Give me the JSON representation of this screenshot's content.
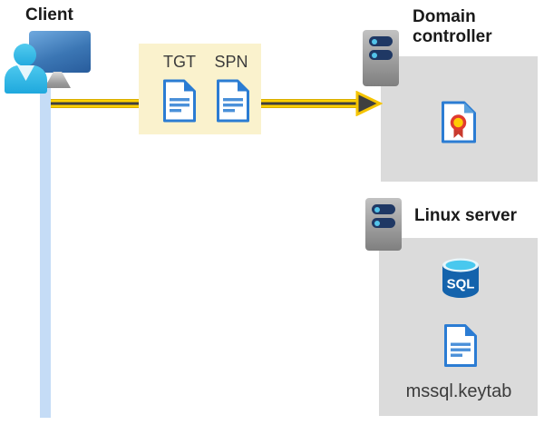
{
  "client": {
    "label": "Client"
  },
  "credentials_box": {
    "tgt_label": "TGT",
    "spn_label": "SPN"
  },
  "domain_controller": {
    "title": "Domain controller"
  },
  "linux_server": {
    "title": "Linux server",
    "sql_icon_label": "SQL",
    "keytab_label": "mssql.keytab"
  },
  "colors": {
    "arrow_yellow": "#FFD103",
    "arrow_dark": "#3F3F3F",
    "credentials_box_bg": "#FAF2CD",
    "server_box_bg": "#DBDBDB",
    "client_line_blue": "#C5DCF6",
    "icon_blue": "#2B7CD3",
    "sql_body_blue": "#1463AC",
    "sql_top_cyan": "#49C8EE",
    "certificate_red": "#E03A2F",
    "certificate_yellow": "#FFCB05"
  }
}
